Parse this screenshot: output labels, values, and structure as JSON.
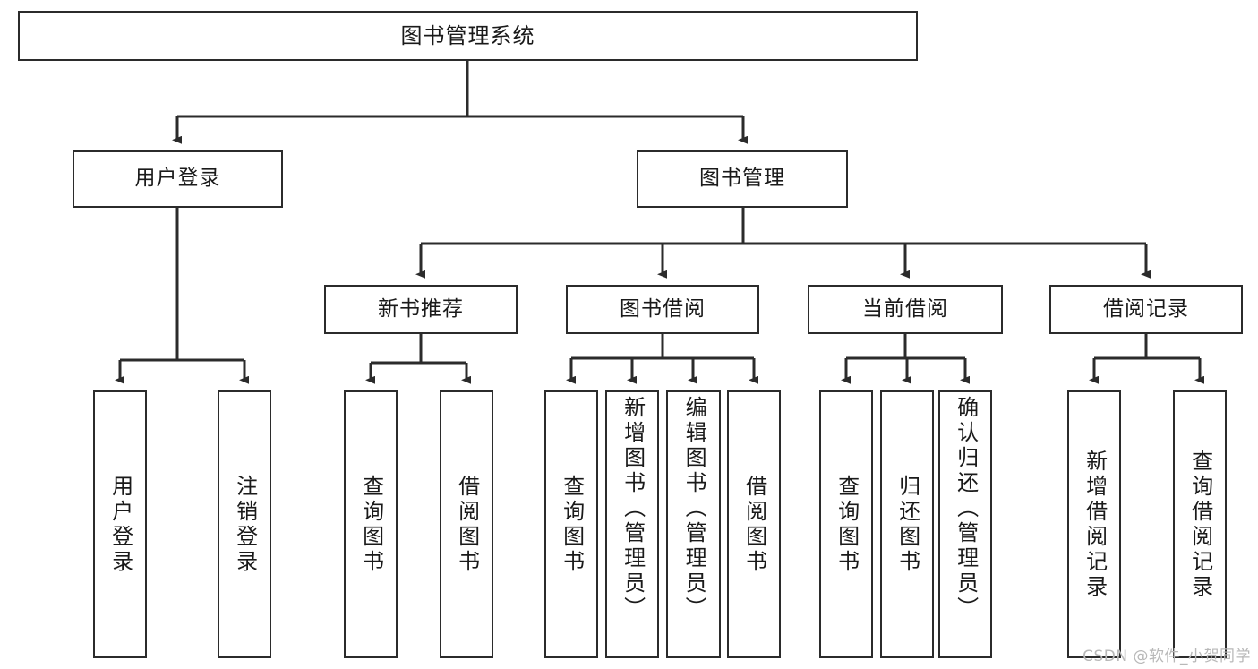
{
  "diagram": {
    "title": "图书管理系统",
    "type": "tree",
    "background": "#ffffff",
    "line_color": "#2b2b2b",
    "text_color": "#1a1a1a",
    "nodes": {
      "root": {
        "label": "图书管理系统"
      },
      "level2": [
        {
          "id": "user-login",
          "label": "用户登录"
        },
        {
          "id": "book-manage",
          "label": "图书管理"
        }
      ],
      "level3": [
        {
          "id": "new-book-recommend",
          "label": "新书推荐"
        },
        {
          "id": "book-borrow",
          "label": "图书借阅"
        },
        {
          "id": "current-borrow",
          "label": "当前借阅"
        },
        {
          "id": "borrow-record",
          "label": "借阅记录"
        }
      ],
      "leaves": {
        "user-login": [
          {
            "id": "leaf-user-login",
            "label": "用户登录"
          },
          {
            "id": "leaf-user-logout",
            "label": "注销登录"
          }
        ],
        "new-book-recommend": [
          {
            "id": "leaf-query-book-1",
            "label": "查询图书"
          },
          {
            "id": "leaf-borrow-book-1",
            "label": "借阅图书"
          }
        ],
        "book-borrow": [
          {
            "id": "leaf-query-book-2",
            "label": "查询图书"
          },
          {
            "id": "leaf-add-book",
            "label": "新增图书（管理员）"
          },
          {
            "id": "leaf-edit-book",
            "label": "编辑图书（管理员）"
          },
          {
            "id": "leaf-borrow-book-2",
            "label": "借阅图书"
          }
        ],
        "current-borrow": [
          {
            "id": "leaf-query-book-3",
            "label": "查询图书"
          },
          {
            "id": "leaf-return-book",
            "label": "归还图书"
          },
          {
            "id": "leaf-confirm-return",
            "label": "确认归还（管理员）"
          }
        ],
        "borrow-record": [
          {
            "id": "leaf-add-record",
            "label": "新增借阅记录"
          },
          {
            "id": "leaf-query-record",
            "label": "查询借阅记录"
          }
        ]
      }
    },
    "watermark": "CSDN @软件_小贺同学"
  }
}
